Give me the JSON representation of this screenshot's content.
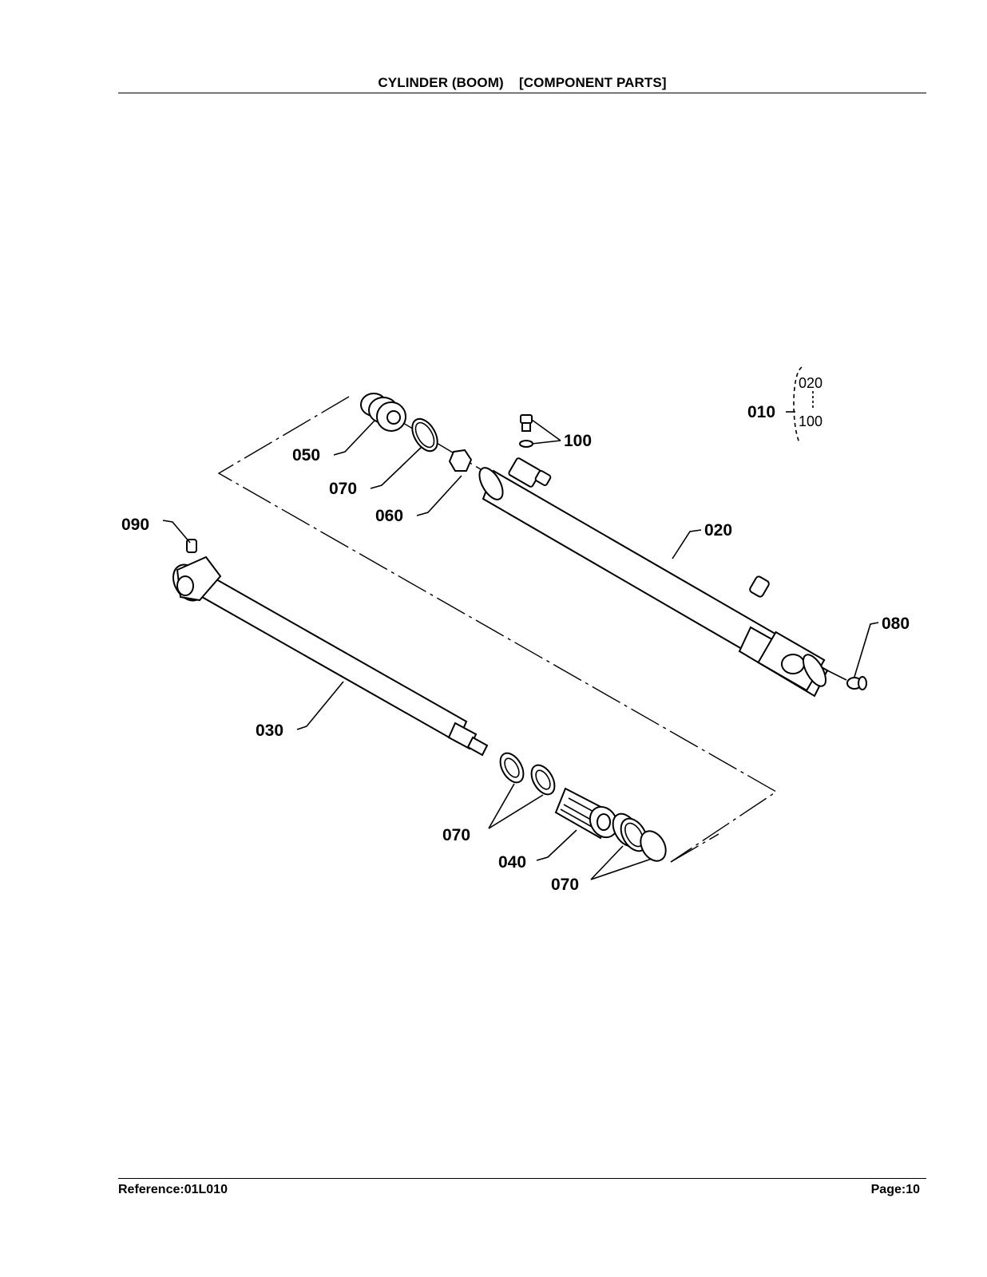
{
  "header": {
    "title": "CYLINDER (BOOM)    [COMPONENT PARTS]"
  },
  "footer": {
    "reference": "Reference:01L010",
    "page": "Page:10"
  },
  "diagram": {
    "assembly": {
      "label": "010",
      "range_start": "020",
      "range_end": "100"
    },
    "callouts": {
      "tube": "020",
      "rod": "030",
      "piston": "040",
      "gland": "050",
      "nut": "060",
      "seal_gland": "070",
      "seal_rod": "070",
      "seal_piston": "070",
      "grease_fitting_tube": "080",
      "grease_fitting_rod": "090",
      "plug": "100"
    }
  }
}
